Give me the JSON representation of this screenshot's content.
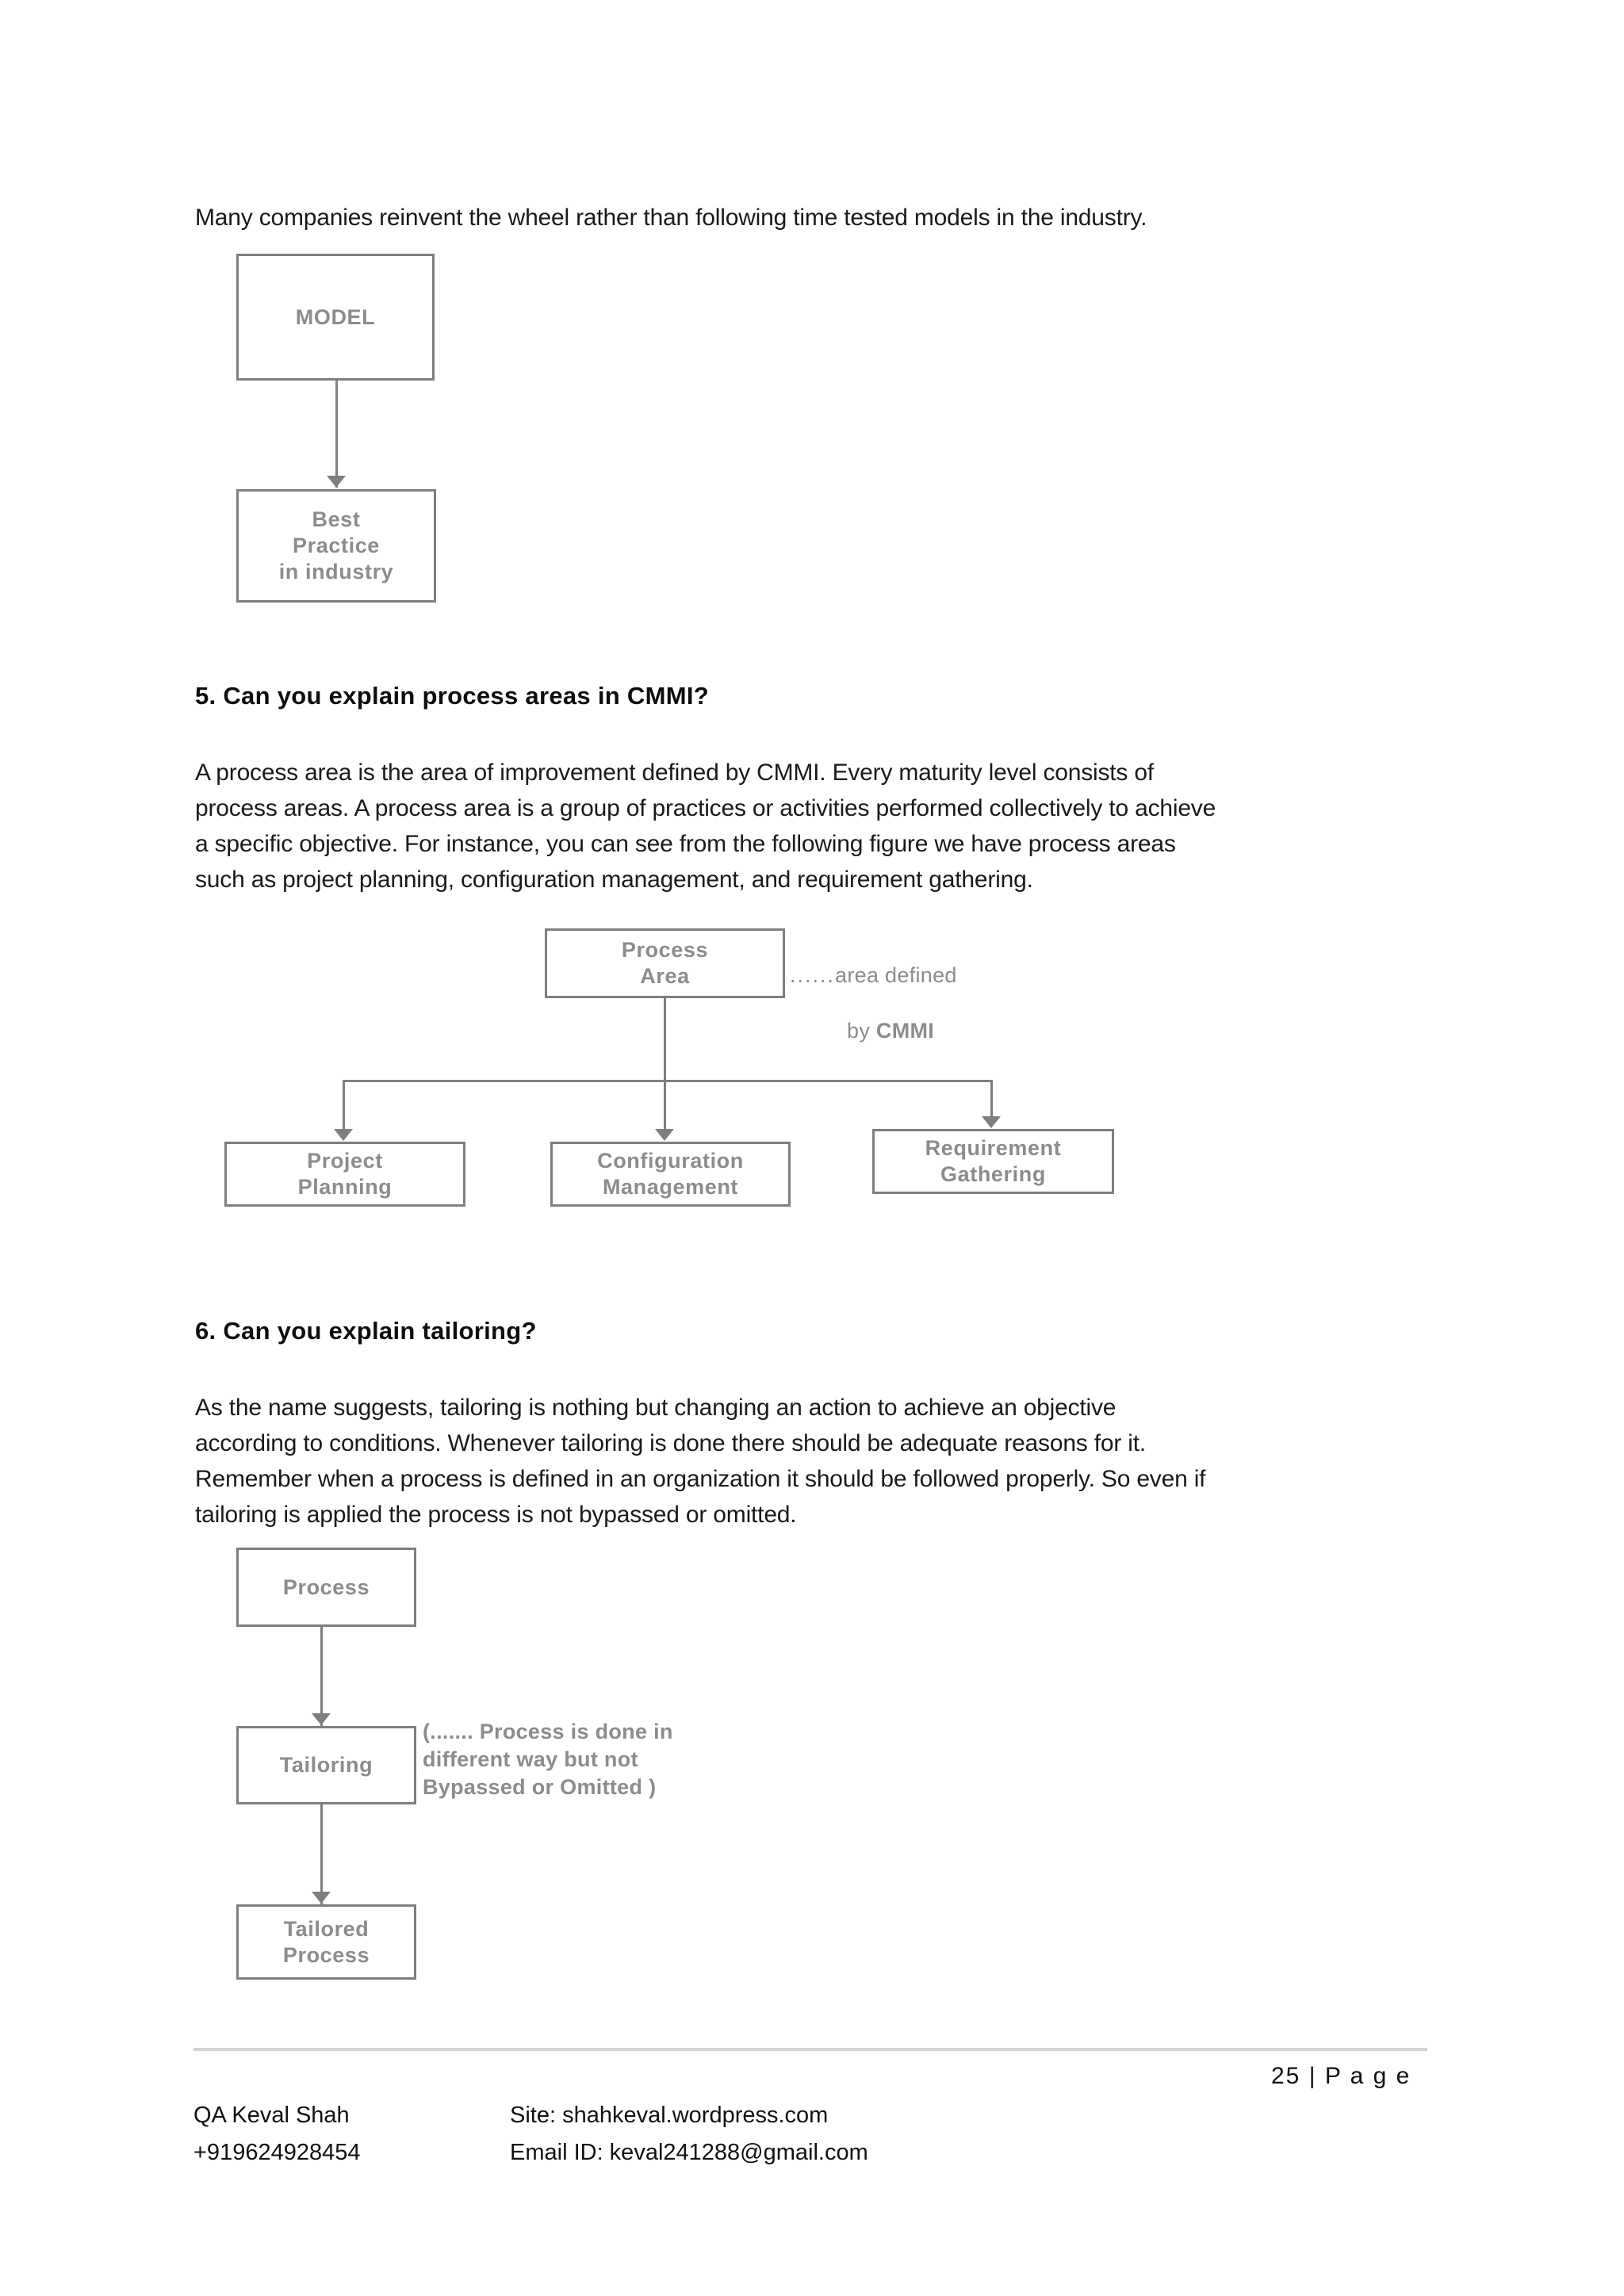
{
  "document": {
    "page_number_label": "25 | P a g e"
  },
  "intro": {
    "paragraph": "Many companies reinvent the wheel rather than following time tested models in the industry."
  },
  "diagram_model": {
    "name": "model-to-best-practice-flow",
    "boxes": [
      {
        "id": "model",
        "label": "MODEL"
      },
      {
        "id": "best-practice",
        "label": "Best\nPractice\nin industry"
      }
    ]
  },
  "section5": {
    "heading": "5. Can you explain process areas in CMMI?",
    "paragraph": "A process area is the area of improvement defined by CMMI. Every maturity level consists of\nprocess areas. A process area is a group of practices or activities performed collectively to achieve\na specific objective. For instance, you can see from the following figure we have process areas\nsuch as project planning, configuration management, and requirement gathering."
  },
  "diagram_process_area": {
    "name": "process-area-breakdown",
    "root": {
      "id": "process-area",
      "label": "Process\nArea"
    },
    "annotation": {
      "dots": "......",
      "line1": "area defined",
      "line2_prefix": "by ",
      "line2_bold": "CMMI"
    },
    "children": [
      {
        "id": "project-planning",
        "label": "Project\nPlanning"
      },
      {
        "id": "configuration-management",
        "label": "Configuration\nManagement"
      },
      {
        "id": "requirement-gathering",
        "label": "Requirement\nGathering"
      }
    ]
  },
  "section6": {
    "heading": "6. Can you explain tailoring?",
    "paragraph": "As the name suggests, tailoring is nothing but changing an action to achieve an objective\naccording to conditions. Whenever tailoring is done there should be adequate reasons for it.\nRemember when a process is defined in an organization it should be followed properly. So even if\ntailoring is applied the process is not bypassed or omitted."
  },
  "diagram_tailoring": {
    "name": "process-tailoring-flow",
    "boxes": [
      {
        "id": "process",
        "label": "Process"
      },
      {
        "id": "tailoring",
        "label": "Tailoring"
      },
      {
        "id": "tailored-process",
        "label": "Tailored\nProcess"
      }
    ],
    "annotation": "(....... Process is done in\n          different way but not\n          Bypassed or Omitted )"
  },
  "footer": {
    "name_line": "QA Keval Shah",
    "phone_line": "+919624928454",
    "site_line": "Site: shahkeval.wordpress.com",
    "email_line": "Email ID: keval241288@gmail.com"
  },
  "colors": {
    "diagram_stroke": "#7f7f7f",
    "diagram_text": "#8c8c8c",
    "body_text": "#1a1a1a",
    "footer_rule": "#d3d3d3"
  }
}
